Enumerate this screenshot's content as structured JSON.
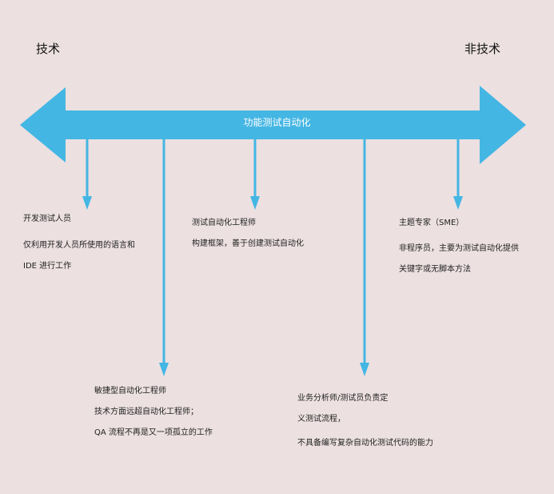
{
  "labels": {
    "left": "技术",
    "right": "非技术",
    "axis": "功能测试自动化"
  },
  "colors": {
    "arrow": "#44b6e3",
    "background": "#ece0e1"
  },
  "roles": {
    "developer": {
      "title": "开发测试人员",
      "lines": [
        "仅利用开发人员所使用的语言和",
        "IDE  进行工作"
      ]
    },
    "engineer": {
      "title": "测试自动化工程师",
      "lines": [
        "构建框架，善于创建测试自动化"
      ]
    },
    "sme": {
      "title": "主题专家（SME）",
      "lines": [
        "非程序员，主要为测试自动化提供",
        "关键字或无脚本方法"
      ]
    },
    "agile": {
      "title": "敏捷型自动化工程师",
      "lines": [
        "技术方面远超自动化工程师；",
        "QA  流程不再是又一项孤立的工作"
      ]
    },
    "ba": {
      "title": "业务分析师/测试员负责定",
      "lines": [
        "义测试流程，",
        "不具备编写复杂自动化测试代码的能力"
      ]
    }
  }
}
